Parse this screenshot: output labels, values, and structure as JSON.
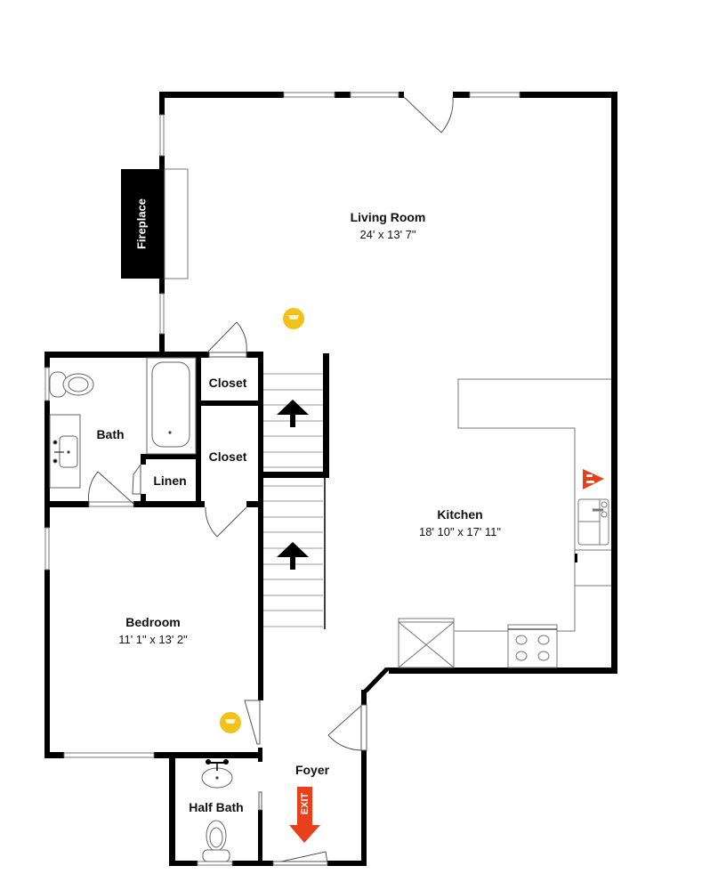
{
  "plan": {
    "rooms": [
      {
        "id": "living-room",
        "name": "Living Room",
        "dimensions": "24' x 13' 7\""
      },
      {
        "id": "kitchen",
        "name": "Kitchen",
        "dimensions": "18' 10\" x 17' 11\""
      },
      {
        "id": "bedroom",
        "name": "Bedroom",
        "dimensions": "11' 1\" x 13' 2\""
      },
      {
        "id": "bath",
        "name": "Bath"
      },
      {
        "id": "closet-upper",
        "name": "Closet"
      },
      {
        "id": "closet-lower",
        "name": "Closet"
      },
      {
        "id": "linen",
        "name": "Linen"
      },
      {
        "id": "half-bath",
        "name": "Half Bath"
      },
      {
        "id": "foyer",
        "name": "Foyer"
      }
    ],
    "fireplace_label": "Fireplace",
    "exit_label": "EXIT",
    "colors": {
      "wall": "#000000",
      "fixture_line": "#555555",
      "smoke_detector": "#F2C21B",
      "exit_sign": "#E8401C",
      "fire_extinguisher": "#E8401C"
    },
    "icons": [
      "smoke-detector-icon",
      "stairs-up-arrow-icon",
      "exit-arrow-icon",
      "fire-extinguisher-icon",
      "toilet-icon",
      "sink-icon",
      "bathtub-icon",
      "stove-icon",
      "refrigerator-icon"
    ]
  }
}
